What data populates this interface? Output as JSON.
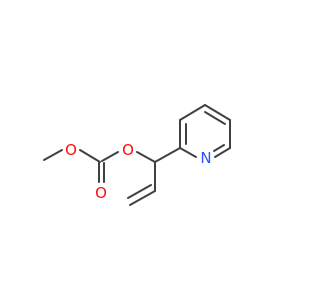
{
  "molecule": {
    "atoms": {
      "O_methoxy": "O",
      "O_carbonyl": "O",
      "O_ester": "O",
      "N_pyridine": "N"
    },
    "colors": {
      "oxygen": "#ff0d0d",
      "nitrogen": "#3050f8",
      "bond": "#404040"
    }
  }
}
